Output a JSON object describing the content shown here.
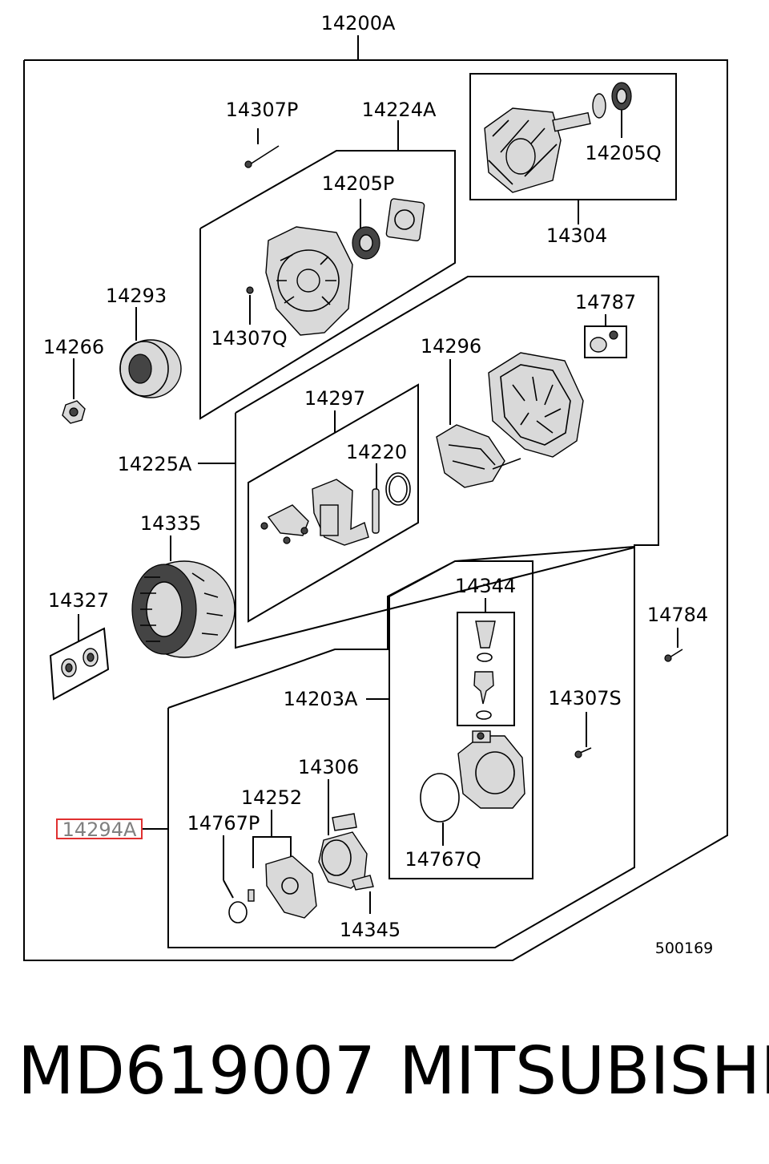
{
  "diagram": {
    "assembly_label": "14200A",
    "figure_code": "500169",
    "highlighted_label": "14294A",
    "labels": {
      "l_14307P": "14307P",
      "l_14224A": "14224A",
      "l_14205P": "14205P",
      "l_14205Q": "14205Q",
      "l_14304": "14304",
      "l_14293": "14293",
      "l_14266": "14266",
      "l_14307Q": "14307Q",
      "l_14787": "14787",
      "l_14296": "14296",
      "l_14297": "14297",
      "l_14220": "14220",
      "l_14225A": "14225A",
      "l_14335": "14335",
      "l_14327": "14327",
      "l_14344": "14344",
      "l_14784": "14784",
      "l_14203A": "14203A",
      "l_14307S": "14307S",
      "l_14306": "14306",
      "l_14252": "14252",
      "l_14767P": "14767P",
      "l_14767Q": "14767Q",
      "l_14345": "14345"
    }
  },
  "footer": {
    "part_number": "MD619007",
    "brand": "MITSUBISHI"
  },
  "colors": {
    "highlight_box": "#e03030",
    "highlight_text": "#808080"
  }
}
